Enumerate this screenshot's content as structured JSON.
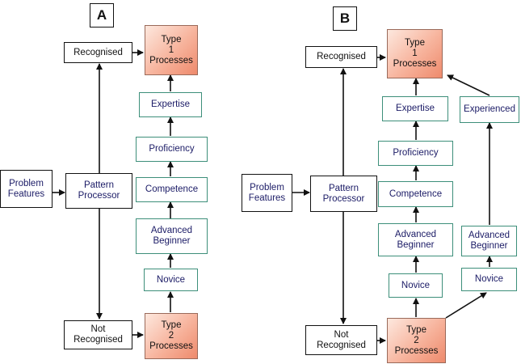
{
  "panel_a": {
    "label": "A",
    "problem_features": "Problem\nFeatures",
    "pattern_processor": "Pattern\nProcessor",
    "recognised": "Recognised",
    "not_recognised": "Not\nRecognised",
    "type1": "Type\n1\nProcesses",
    "type2": "Type\n2\nProcesses",
    "stages": [
      "Novice",
      "Advanced\nBeginner",
      "Competence",
      "Proficiency",
      "Expertise"
    ]
  },
  "panel_b": {
    "label": "B",
    "problem_features": "Problem\nFeatures",
    "pattern_processor": "Pattern\nProcessor",
    "recognised": "Recognised",
    "not_recognised": "Not\nRecognised",
    "type1": "Type\n1\nProcesses",
    "type2": "Type\n2\nProcesses",
    "stages": [
      "Novice",
      "Advanced\nBeginner",
      "Competence",
      "Proficiency",
      "Expertise"
    ],
    "alt_stages": [
      "Novice",
      "Advanced\nBeginner",
      "Experienced"
    ]
  }
}
